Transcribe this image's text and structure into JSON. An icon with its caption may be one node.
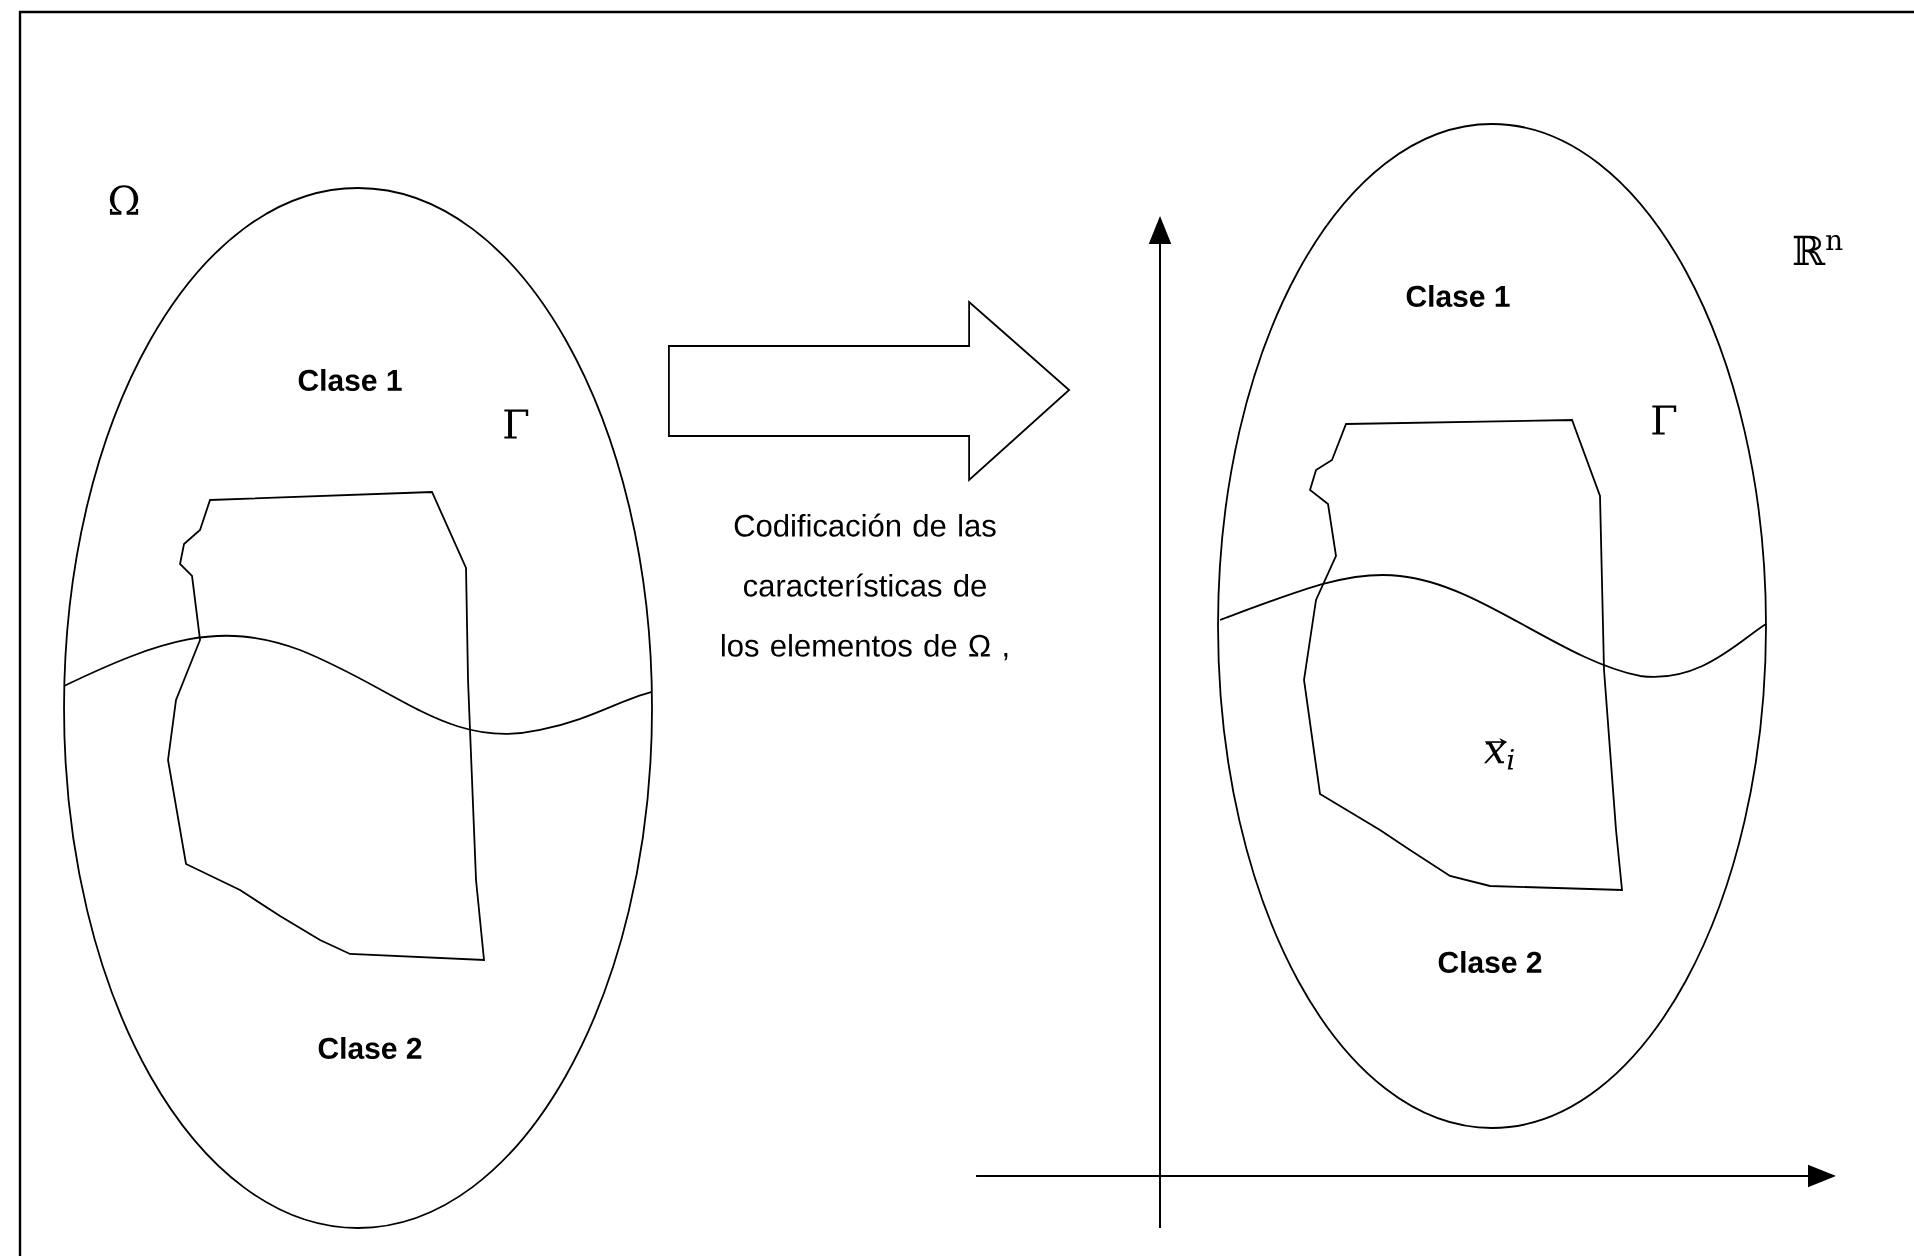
{
  "diagram": {
    "nodes": [
      {
        "text": [
          "Clase 1",
          "Clase 2"
        ]
      },
      {
        "text": [
          "Clase 1",
          "Clase 2"
        ]
      }
    ],
    "edges": [
      {
        "from": 0,
        "to": 1,
        "arrow": "to",
        "label": "Codificación de las características de los elementos de Ω ,"
      }
    ],
    "labels": [
      "Ω",
      "Γ",
      "ℝ$^{n}$",
      "Γ",
      "x$_{i}$"
    ]
  }
}
